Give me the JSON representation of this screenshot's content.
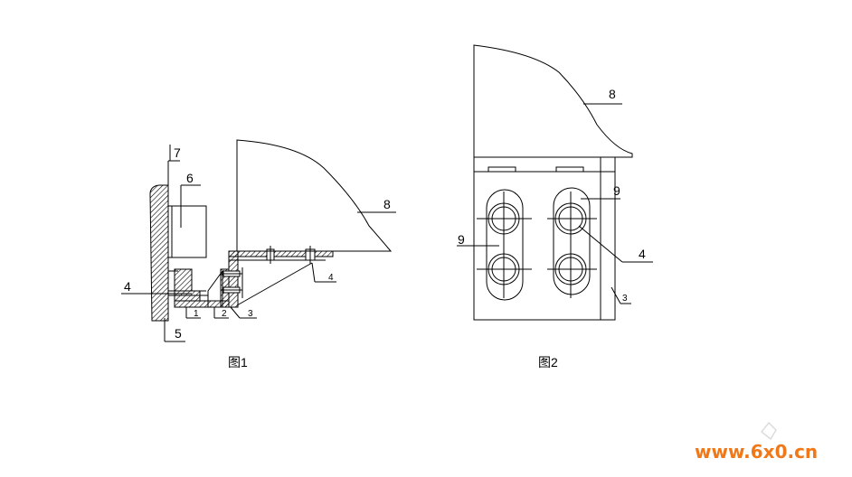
{
  "figure1": {
    "caption": "图1",
    "labels": {
      "l7": "7",
      "l6": "6",
      "l8": "8",
      "l4_left": "4",
      "l4_right": "4",
      "l5": "5",
      "l1": "1",
      "l2": "2",
      "l3": "3"
    }
  },
  "figure2": {
    "caption": "图2",
    "labels": {
      "l8": "8",
      "l9_top": "9",
      "l9_left": "9",
      "l4": "4",
      "l3": "3"
    }
  },
  "watermark": {
    "text": "www.6x0.cn",
    "color": "#f07818"
  }
}
